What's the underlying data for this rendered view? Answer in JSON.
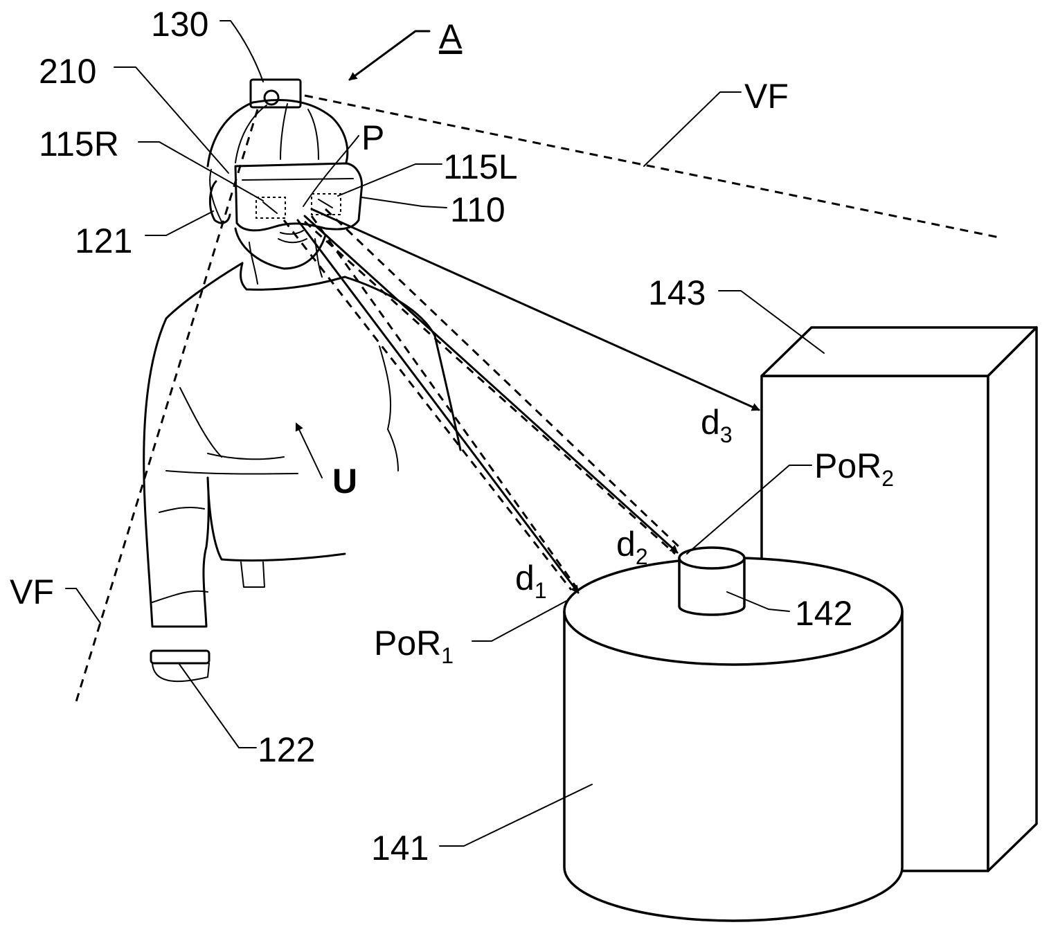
{
  "figure": {
    "labels": {
      "ref_130": "130",
      "ref_A": "A",
      "ref_210": "210",
      "ref_VF_top": "VF",
      "ref_P": "P",
      "ref_115R": "115R",
      "ref_115L": "115L",
      "ref_110": "110",
      "ref_121": "121",
      "ref_143": "143",
      "ref_U": "U",
      "d3": {
        "base": "d",
        "sub": "3"
      },
      "por2": {
        "base": "PoR",
        "sub": "2"
      },
      "d2": {
        "base": "d",
        "sub": "2"
      },
      "d1": {
        "base": "d",
        "sub": "1"
      },
      "ref_142": "142",
      "por1": {
        "base": "PoR",
        "sub": "1"
      },
      "ref_VF_left": "VF",
      "ref_122": "122",
      "ref_141": "141"
    },
    "colors": {
      "ink": "#000000",
      "paper": "#ffffff"
    }
  }
}
